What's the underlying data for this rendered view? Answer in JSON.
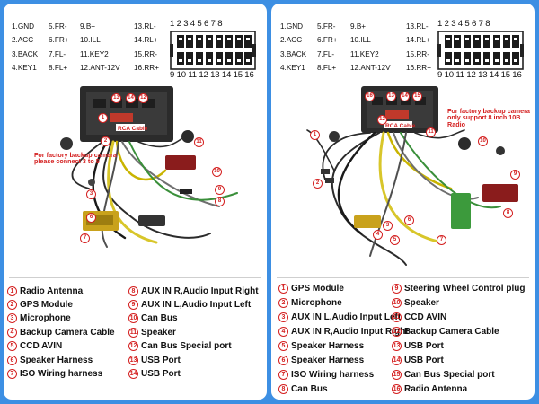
{
  "left_panel": {
    "pinout": {
      "col1": [
        "1.GND",
        "2.ACC",
        "3.BACK",
        "4.KEY1"
      ],
      "col2": [
        "5.FR-",
        "6.FR+",
        "7.FL-",
        "8.FL+"
      ],
      "col3": [
        "9.B+",
        "10.ILL",
        "11.KEY2",
        "12.ANT-12V"
      ],
      "col4": [
        "13.RL-",
        "14.RL+",
        "15.RR-",
        "16.RR+"
      ]
    },
    "connector": {
      "top_pins": "1 2 3 4 5 6 7 8",
      "bottom_pins": "9 10 11 12 13 14 15 16"
    },
    "annotation": "For factory backup camera please connect 3 to 5",
    "rca_label": "RCA Cable",
    "legend_left": [
      {
        "num": "1",
        "label": "Radio Antenna"
      },
      {
        "num": "2",
        "label": "GPS Module"
      },
      {
        "num": "3",
        "label": "Microphone"
      },
      {
        "num": "4",
        "label": "Backup Camera Cable"
      },
      {
        "num": "5",
        "label": "CCD AVIN"
      },
      {
        "num": "6",
        "label": "Speaker Harness"
      },
      {
        "num": "7",
        "label": "ISO Wiring harness"
      }
    ],
    "legend_right": [
      {
        "num": "8",
        "label": "AUX IN R,Audio Input Right"
      },
      {
        "num": "9",
        "label": "AUX IN L,Audio Input Left"
      },
      {
        "num": "10",
        "label": "Can Bus"
      },
      {
        "num": "11",
        "label": "Speaker"
      },
      {
        "num": "12",
        "label": "Can Bus Special port"
      },
      {
        "num": "13",
        "label": "USB Port"
      },
      {
        "num": "14",
        "label": "USB Port"
      }
    ]
  },
  "right_panel": {
    "pinout": {
      "col1": [
        "1.GND",
        "2.ACC",
        "3.BACK",
        "4.KEY1"
      ],
      "col2": [
        "5.FR-",
        "6.FR+",
        "7.FL-",
        "8.FL+"
      ],
      "col3": [
        "9.B+",
        "10.ILL",
        "11.KEY2",
        "12.ANT-12V"
      ],
      "col4": [
        "13.RL-",
        "14.RL+",
        "15.RR-",
        "16.RR+"
      ]
    },
    "connector": {
      "top_pins": "1 2 3 4 5 6 7 8",
      "bottom_pins": "9 10 11 12 13 14 15 16"
    },
    "annotation": "For factory backup camera only support 8 inch 10B Radio",
    "rca_label": "RCA Cable",
    "legend_left": [
      {
        "num": "1",
        "label": "GPS Module"
      },
      {
        "num": "2",
        "label": "Microphone"
      },
      {
        "num": "3",
        "label": "AUX IN L,Audio Input Left"
      },
      {
        "num": "4",
        "label": "AUX IN R,Audio Input Right"
      },
      {
        "num": "5",
        "label": "Speaker Harness"
      },
      {
        "num": "6",
        "label": "Speaker Harness"
      },
      {
        "num": "7",
        "label": "ISO Wiring harness"
      },
      {
        "num": "8",
        "label": "Can Bus"
      }
    ],
    "legend_right": [
      {
        "num": "9",
        "label": "Steering Wheel Control plug"
      },
      {
        "num": "10",
        "label": "Speaker"
      },
      {
        "num": "11",
        "label": "CCD AVIN"
      },
      {
        "num": "12",
        "label": "Backup Camera Cable"
      },
      {
        "num": "13",
        "label": "USB Port"
      },
      {
        "num": "14",
        "label": "USB Port"
      },
      {
        "num": "15",
        "label": "Can Bus Special port"
      },
      {
        "num": "16",
        "label": "Radio Antenna"
      }
    ]
  },
  "colors": {
    "background": "#3d8fe3",
    "accent_red": "#d42020"
  }
}
